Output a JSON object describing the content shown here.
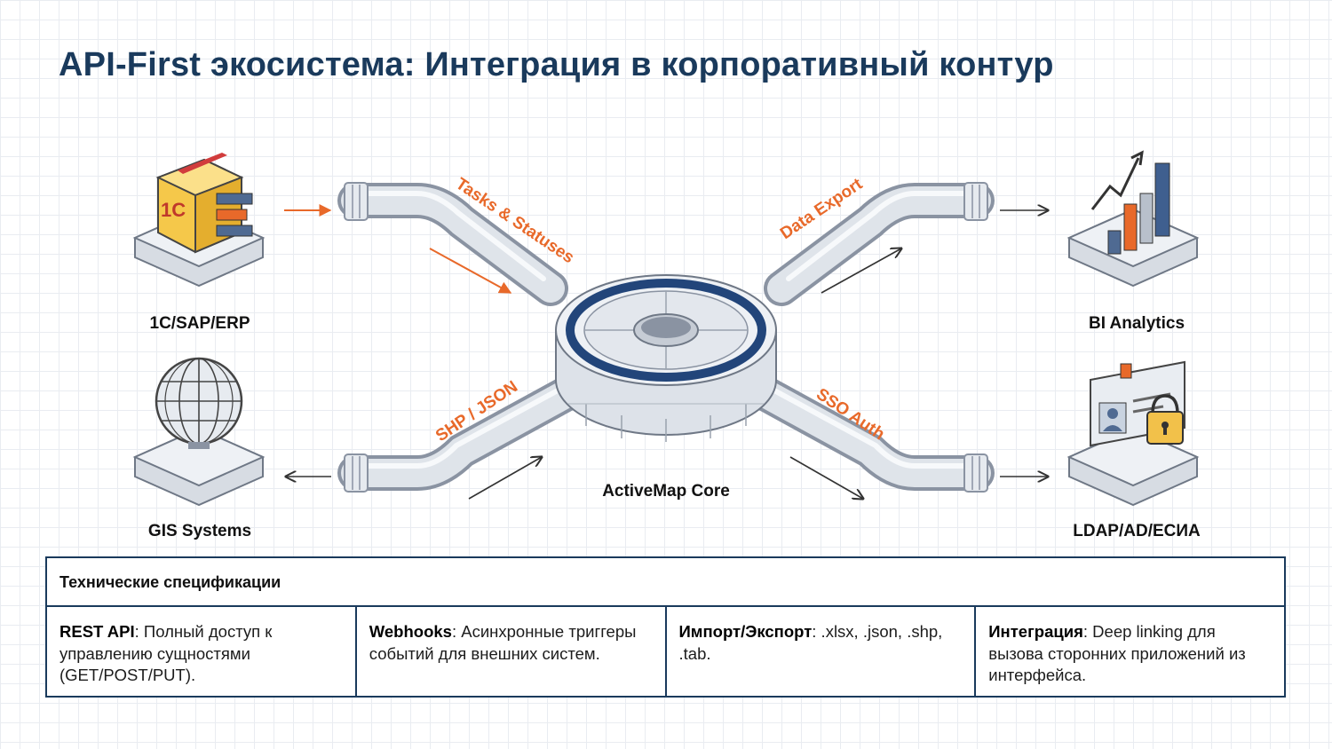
{
  "title": "API-First экосистема: Интеграция в корпоративный контур",
  "colors": {
    "navy": "#1a3a5c",
    "orange": "#e8692a",
    "core_ring": "#22457a"
  },
  "nodes": {
    "erp": {
      "label": "1C/SAP/ERP",
      "icon": "box-1c-icon",
      "badge": "1С"
    },
    "gis": {
      "label": "GIS Systems",
      "icon": "globe-icon"
    },
    "bi": {
      "label": "BI Analytics",
      "icon": "bar-chart-icon"
    },
    "ldap": {
      "label": "LDAP/AD/ЕСИА",
      "icon": "id-card-lock-icon"
    },
    "core": {
      "label": "ActiveMap Core",
      "icon": "core-hub-icon"
    }
  },
  "pipes": {
    "top_left": "Tasks & Statuses",
    "top_right": "Data Export",
    "bottom_left": "SHP / JSON",
    "bottom_right": "SSO Auth"
  },
  "spec": {
    "heading": "Технические спецификации",
    "cells": [
      {
        "term": "REST API",
        "text": ": Полный доступ к управлению сущностями (GET/POST/PUT)."
      },
      {
        "term": "Webhooks",
        "text": ": Асинхронные триггеры событий для внешних систем."
      },
      {
        "term": "Импорт/Экспорт",
        "text": ": .xlsx, .json, .shp, .tab."
      },
      {
        "term": "Интеграция",
        "text": ": Deep linking для вызова сторонних приложений из интерфейса."
      }
    ]
  }
}
